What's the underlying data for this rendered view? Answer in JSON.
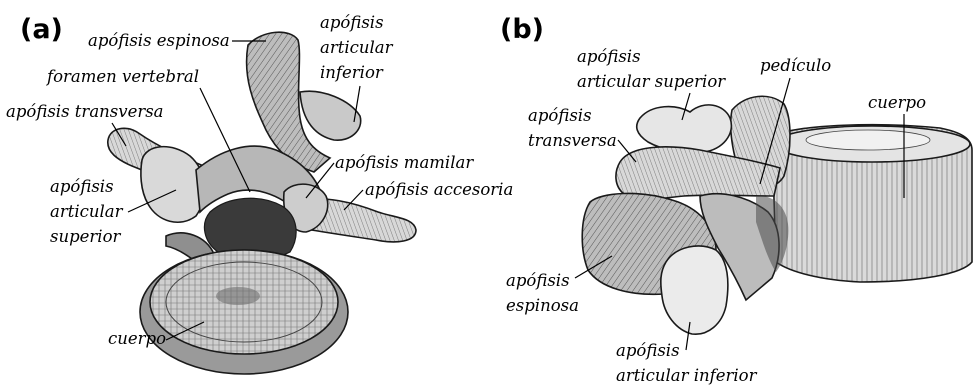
{
  "panels": {
    "a": {
      "letter": "(a)",
      "labels": {
        "spinous": "apófisis espinosa",
        "inferior_articular": [
          "apófisis",
          "articular",
          "inferior"
        ],
        "foramen": "foramen vertebral",
        "transverse": "apófisis transversa",
        "mamillary": "apófisis mamilar",
        "accessory": "apófisis accesoria",
        "superior_articular": [
          "apófisis",
          "articular",
          "superior"
        ],
        "body": "cuerpo"
      }
    },
    "b": {
      "letter": "(b)",
      "labels": {
        "superior_articular": [
          "apófisis",
          "articular superior"
        ],
        "pedicle": "pedículo",
        "body": "cuerpo",
        "transverse": [
          "apófisis",
          "transversa"
        ],
        "spinous": [
          "apófisis",
          "espinosa"
        ],
        "inferior_articular": [
          "apófisis",
          "articular inferior"
        ]
      }
    }
  },
  "colors": {
    "bone_light": "#e8e8e8",
    "bone_mid": "#a8a8a8",
    "bone_dark": "#555555",
    "ink": "#000000"
  }
}
